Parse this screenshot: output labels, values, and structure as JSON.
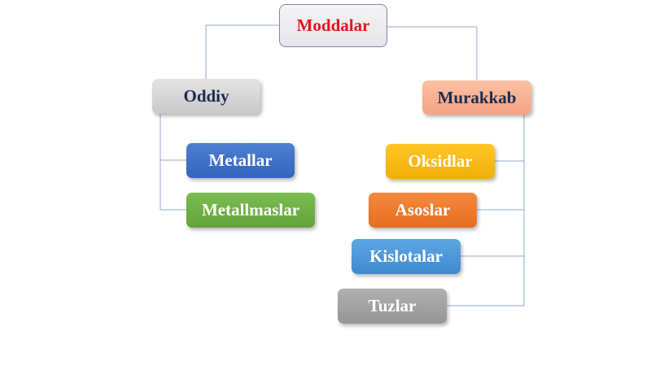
{
  "diagram": {
    "root": "Moddalar",
    "branches": [
      {
        "label": "Oddiy",
        "children": [
          "Metallar",
          "Metallmaslar"
        ]
      },
      {
        "label": "Murakkab",
        "children": [
          "Oksidlar",
          "Asoslar",
          "Kislotalar",
          "Tuzlar"
        ]
      }
    ]
  },
  "colors": {
    "root_text": "#e8131b",
    "branch_text": "#1d2a4d",
    "connector": "#9aa8c4",
    "metallar": "#3f6fc6",
    "metallmaslar": "#6aac44",
    "oksidlar": "#f8b90f",
    "asoslar": "#ec7a2e",
    "kislotalar": "#4b97da",
    "tuzlar": "#a3a3a3",
    "oddiy": "#d3d3d3",
    "murakkab": "#f7ad8e"
  }
}
